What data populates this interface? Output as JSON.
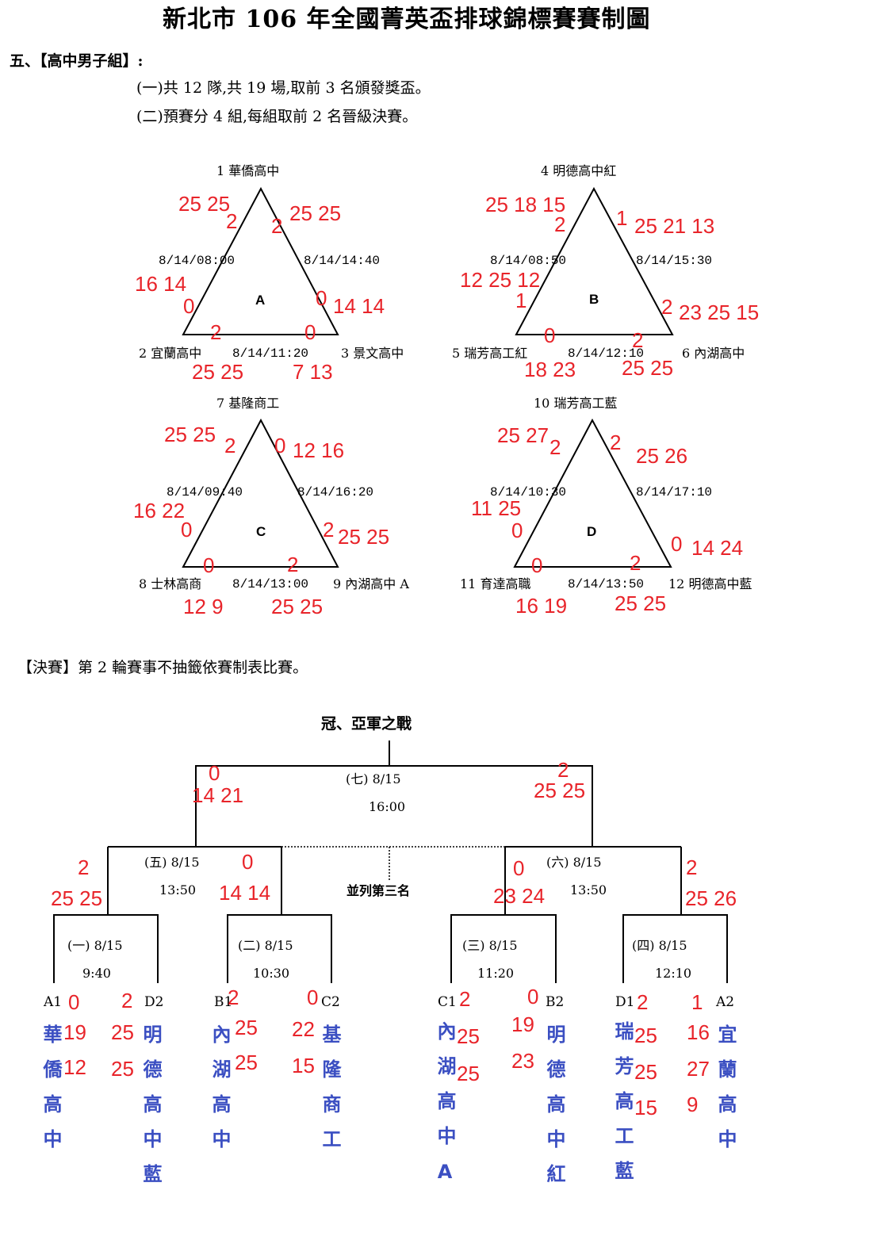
{
  "title": "新北市 106 年全國菁英盃排球錦標賽賽制圖",
  "section": "五、【高中男子組】:",
  "rules": [
    "(一)共 12 隊,共 19 場,取前 3 名頒發獎盃。",
    "(二)預賽分 4 組,每組取前 2 名晉級決賽。"
  ],
  "groups": {
    "A": {
      "letter": "A",
      "top": "1 華僑高中",
      "left": "2 宜蘭高中",
      "right": "3 景文高中",
      "t_left": "8/14/08:00",
      "t_right": "8/14/14:40",
      "t_bottom": "8/14/11:20",
      "s1": "25 25",
      "s2": "2",
      "s3": "2",
      "s4": "25 25",
      "s5": "16 14",
      "s6": "0",
      "s7": "0",
      "s8": "14 14",
      "s9": "2",
      "s10": "0",
      "s11": "25 25",
      "s12": "7 13"
    },
    "B": {
      "letter": "B",
      "top": "4 明德高中紅",
      "left": "5 瑞芳高工紅",
      "right": "6 內湖高中",
      "t_left": "8/14/08:50",
      "t_right": "8/14/15:30",
      "t_bottom": "8/14/12:10",
      "s1": "25 18 15",
      "s2": "2",
      "s3": "1",
      "s4": "25 21 13",
      "s5": "12 25 12",
      "s6": "1",
      "s7": "2",
      "s8": "23 25 15",
      "s9": "0",
      "s10": "2",
      "s11": "18 23",
      "s12": "25 25"
    },
    "C": {
      "letter": "C",
      "top": "7 基隆商工",
      "left": "8 士林高商",
      "right": "9 內湖高中 A",
      "t_left": "8/14/09:40",
      "t_right": "8/14/16:20",
      "t_bottom": "8/14/13:00",
      "s1": "25 25",
      "s2": "2",
      "s3": "0",
      "s4": "12 16",
      "s5": "16 22",
      "s6": "0",
      "s7": "2",
      "s8": "25 25",
      "s9": "0",
      "s10": "2",
      "s11": "12 9",
      "s12": "25 25"
    },
    "D": {
      "letter": "D",
      "top": "10 瑞芳高工藍",
      "left": "11 育達高職",
      "right": "12 明德高中藍",
      "t_left": "8/14/10:30",
      "t_right": "8/14/17:10",
      "t_bottom": "8/14/13:50",
      "s1": "25 27",
      "s2": "2",
      "s3": "2",
      "s4": "25 26",
      "s5": "11 25",
      "s6": "0",
      "s7": "0",
      "s8": "14 24",
      "s9": "0",
      "s10": "2",
      "s11": "16 19",
      "s12": "25 25"
    }
  },
  "final_note": "【決賽】第 2 輪賽事不抽籤依賽制表比賽。",
  "bracket": {
    "championship": "冠、亞軍之戰",
    "third_place": "並列第三名",
    "m7": {
      "label": "(七) 8/15",
      "time": "16:00",
      "l_sets": "0",
      "l_score": "14 21",
      "r_sets": "2",
      "r_score": "25 25"
    },
    "m5": {
      "label": "(五) 8/15",
      "time": "13:50",
      "l_sets": "2",
      "l_score": "25 25",
      "r_sets": "0",
      "r_score": "14 14"
    },
    "m6": {
      "label": "(六) 8/15",
      "time": "13:50",
      "l_sets": "0",
      "l_score": "23 24",
      "r_sets": "2",
      "r_score": "25 26"
    },
    "m1": {
      "label": "(一) 8/15",
      "time": "9:40"
    },
    "m2": {
      "label": "(二) 8/15",
      "time": "10:30"
    },
    "m3": {
      "label": "(三) 8/15",
      "time": "11:20"
    },
    "m4": {
      "label": "(四) 8/15",
      "time": "12:10"
    },
    "slots": [
      {
        "code": "A1",
        "team": "華僑高中",
        "sets": "0",
        "s1": "19",
        "s2": "12"
      },
      {
        "code": "D2",
        "team": "明德高中藍",
        "sets": "2",
        "s1": "25",
        "s2": "25"
      },
      {
        "code": "B1",
        "team": "內湖高中",
        "sets": "2",
        "s1": "25",
        "s2": "25"
      },
      {
        "code": "C2",
        "team": "基隆商工",
        "sets": "0",
        "s1": "22",
        "s2": "15"
      },
      {
        "code": "C1",
        "team": "內湖高中A",
        "sets": "2",
        "s1": "25",
        "s2": "25"
      },
      {
        "code": "B2",
        "team": "明德高中紅",
        "sets": "0",
        "s1": "19",
        "s2": "23"
      },
      {
        "code": "D1",
        "team": "瑞芳高工藍",
        "sets": "2",
        "s1": "25",
        "s2": "25",
        "s3": "15"
      },
      {
        "code": "A2",
        "team": "宜蘭高中",
        "sets": "1",
        "s1": "16",
        "s2": "27",
        "s3": "9"
      }
    ]
  }
}
